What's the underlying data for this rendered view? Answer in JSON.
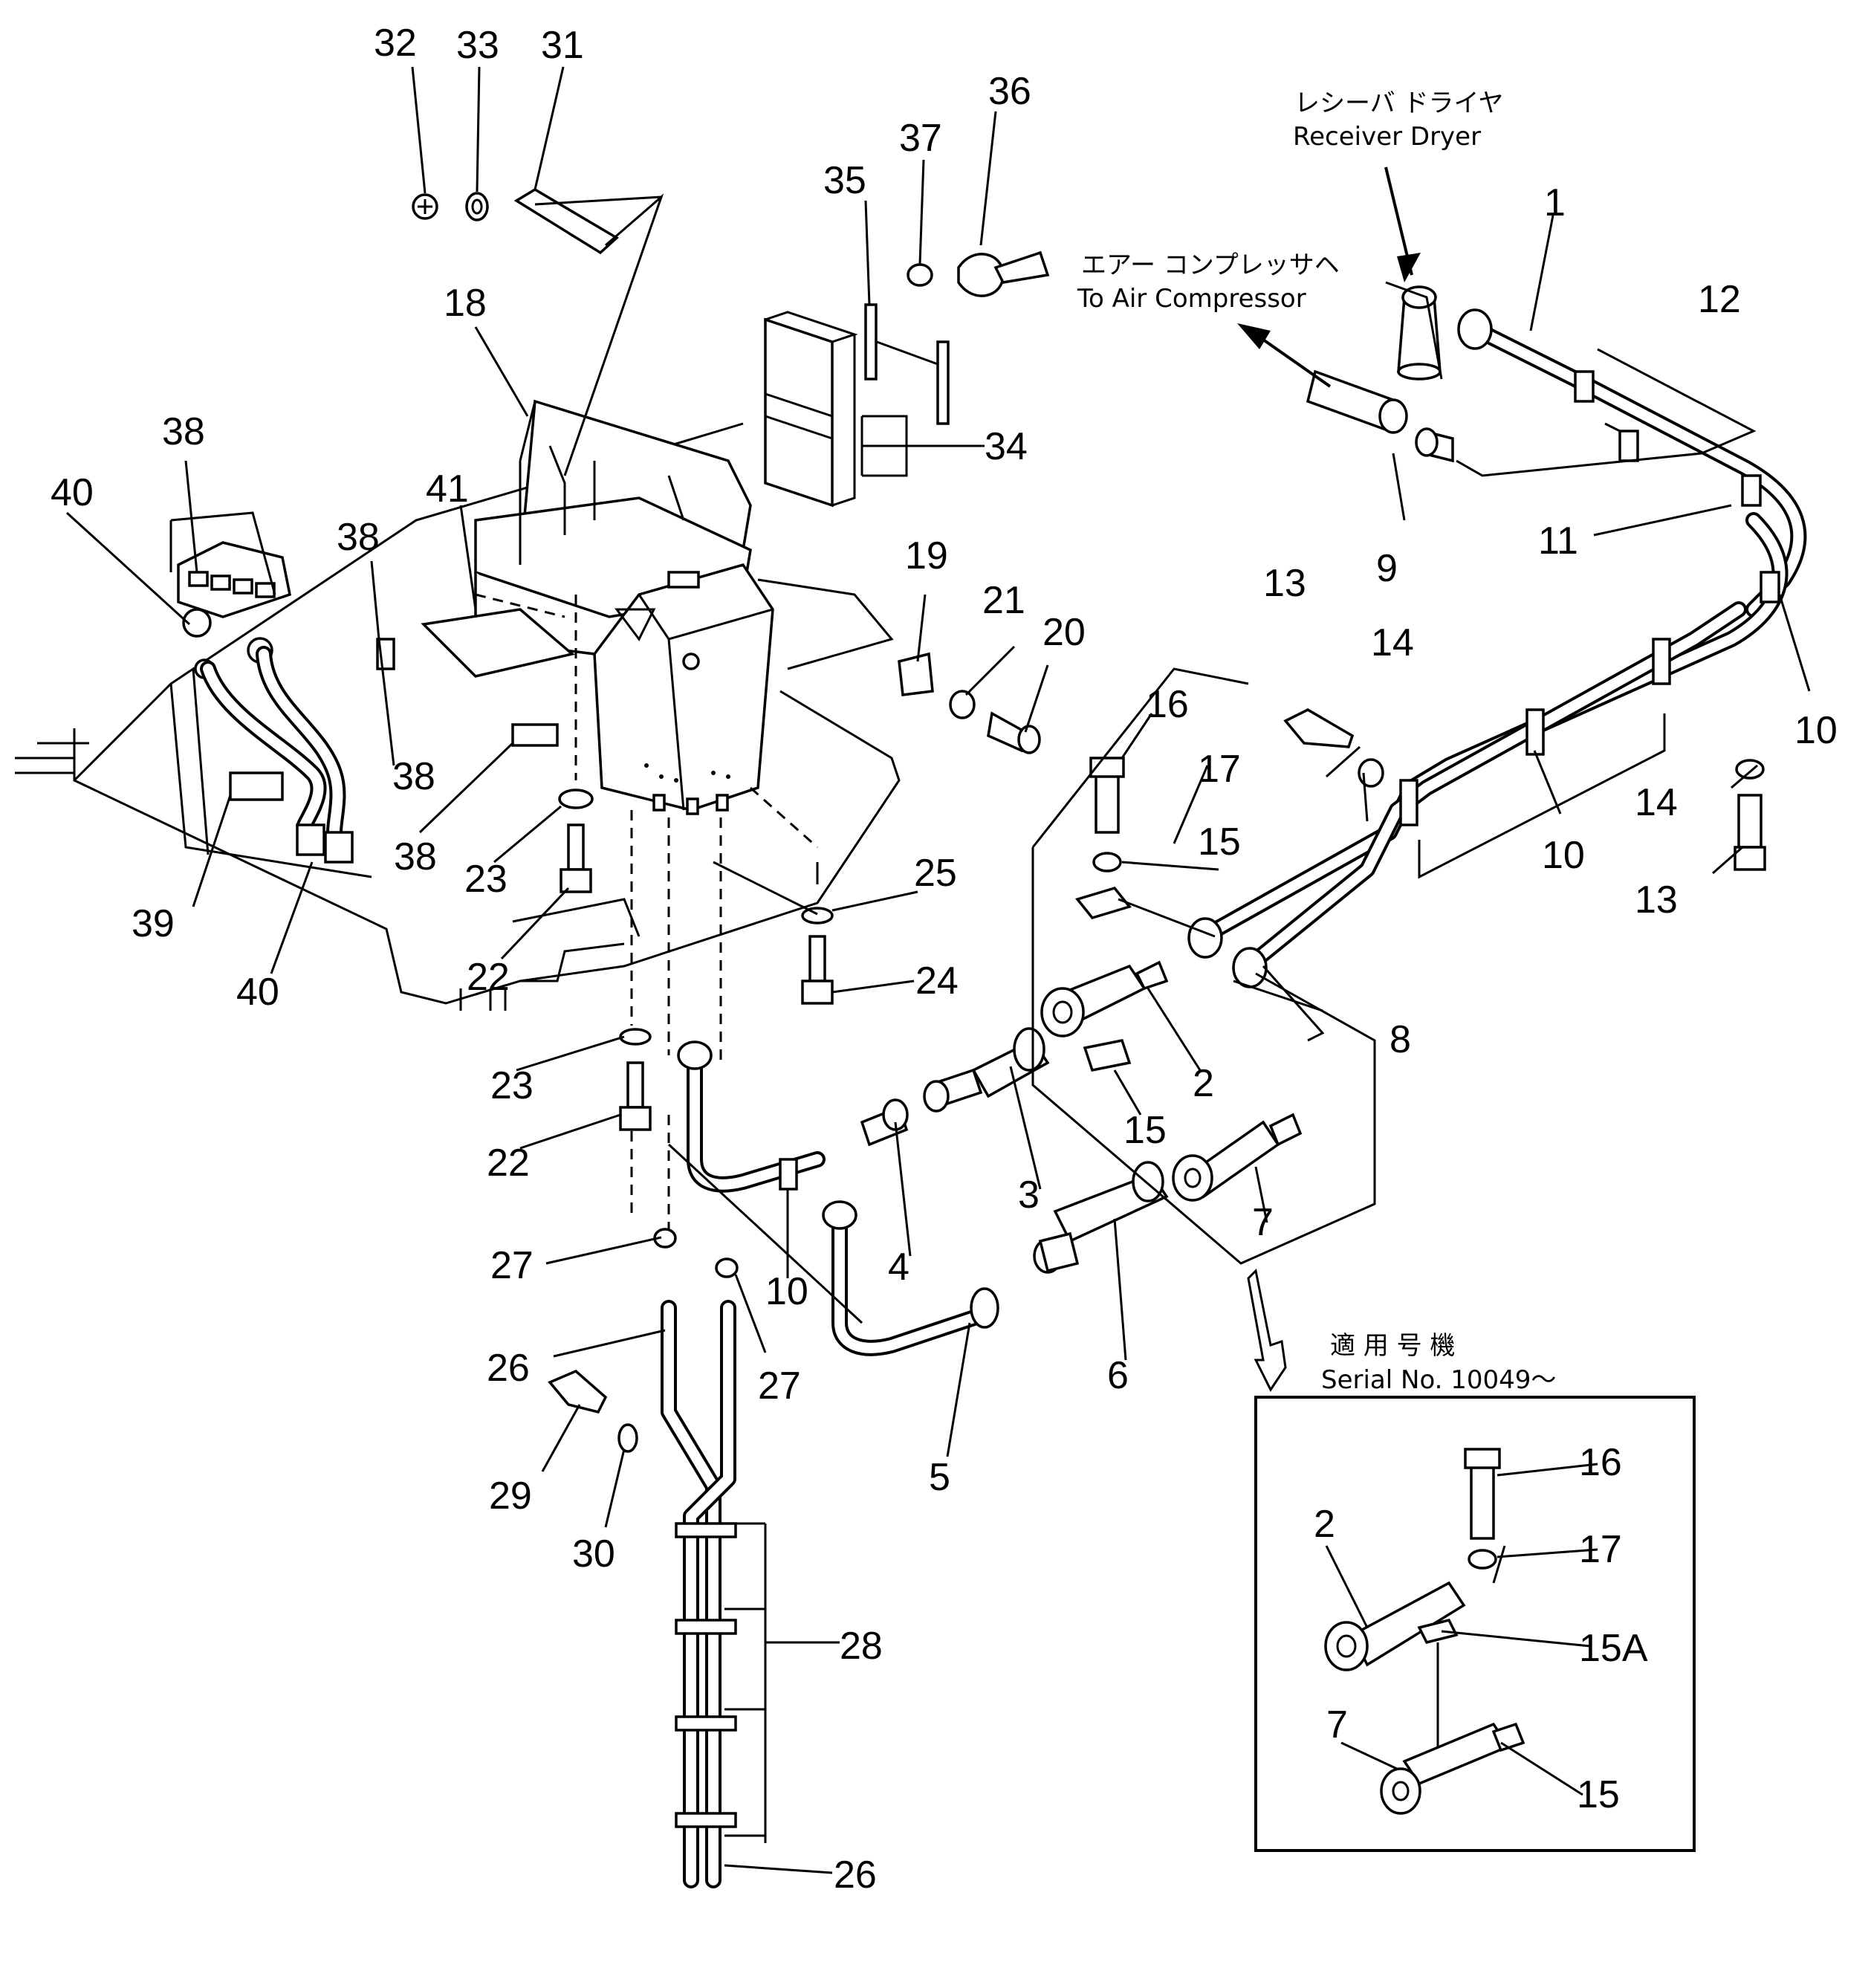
{
  "notes": {
    "receiver_dryer_jp": "レシーバ ドライヤ",
    "receiver_dryer_en": "Receiver Dryer",
    "air_compressor_jp": "エアー コンプレッサヘ",
    "air_compressor_en": "To Air Compressor",
    "serial_jp": "適 用 号 機",
    "serial_en": "Serial No. 10049～"
  },
  "callouts": {
    "c1": "1",
    "c2": "2",
    "c2b": "2",
    "c3": "3",
    "c4": "4",
    "c5": "5",
    "c6": "6",
    "c7": "7",
    "c7b": "7",
    "c8": "8",
    "c9": "9",
    "c10a": "10",
    "c10b": "10",
    "c10c": "10",
    "c11": "11",
    "c12": "12",
    "c13a": "13",
    "c13b": "13",
    "c14a": "14",
    "c14b": "14",
    "c15a": "15",
    "c15b": "15",
    "c15c": "15",
    "c15A": "15A",
    "c16a": "16",
    "c16b": "16",
    "c17a": "17",
    "c17b": "17",
    "c18": "18",
    "c19": "19",
    "c20": "20",
    "c21": "21",
    "c22a": "22",
    "c22b": "22",
    "c23a": "23",
    "c23b": "23",
    "c24": "24",
    "c25": "25",
    "c26a": "26",
    "c26b": "26",
    "c27a": "27",
    "c27b": "27",
    "c28": "28",
    "c29": "29",
    "c30": "30",
    "c31": "31",
    "c32": "32",
    "c33": "33",
    "c34": "34",
    "c35": "35",
    "c36": "36",
    "c37": "37",
    "c38a": "38",
    "c38b": "38",
    "c38c": "38",
    "c38d": "38",
    "c39": "39",
    "c40a": "40",
    "c40b": "40",
    "c41": "41"
  }
}
